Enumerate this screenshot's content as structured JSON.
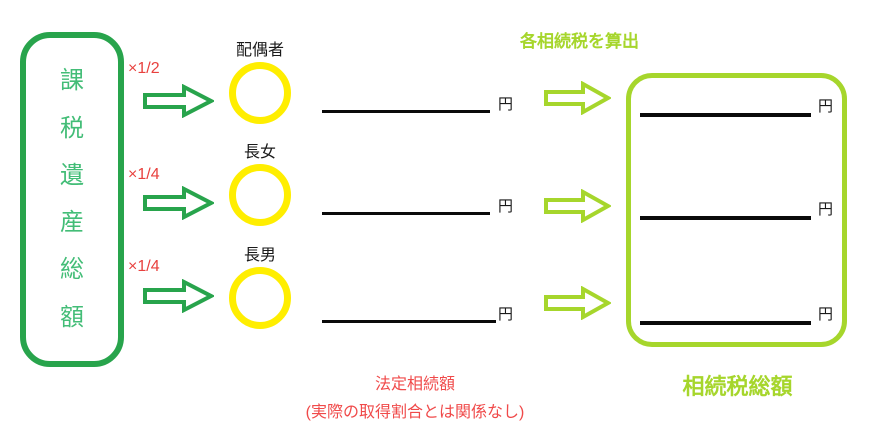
{
  "left_box": {
    "title": "課税遺産総額",
    "chars": [
      "課",
      "税",
      "遺",
      "産",
      "総",
      "額"
    ]
  },
  "rows": [
    {
      "multiplier": "×1/2",
      "heir": "配偶者",
      "unit": "円",
      "result_unit": "円"
    },
    {
      "multiplier": "×1/4",
      "heir": "長女",
      "unit": "円",
      "result_unit": "円"
    },
    {
      "multiplier": "×1/4",
      "heir": "長男",
      "unit": "円",
      "result_unit": "円"
    }
  ],
  "captions": {
    "top_process": "各相続税を算出",
    "middle_title": "法定相続額",
    "middle_note": "(実際の取得割合とは関係なし)",
    "right_total": "相続税総額"
  },
  "colors": {
    "box_green": "#28a44c",
    "text_green": "#43bd77",
    "circle_yellow": "#ffee00",
    "lime_green": "#a6d62c",
    "red": "#e8413e",
    "line_black": "#0a0a0a"
  }
}
